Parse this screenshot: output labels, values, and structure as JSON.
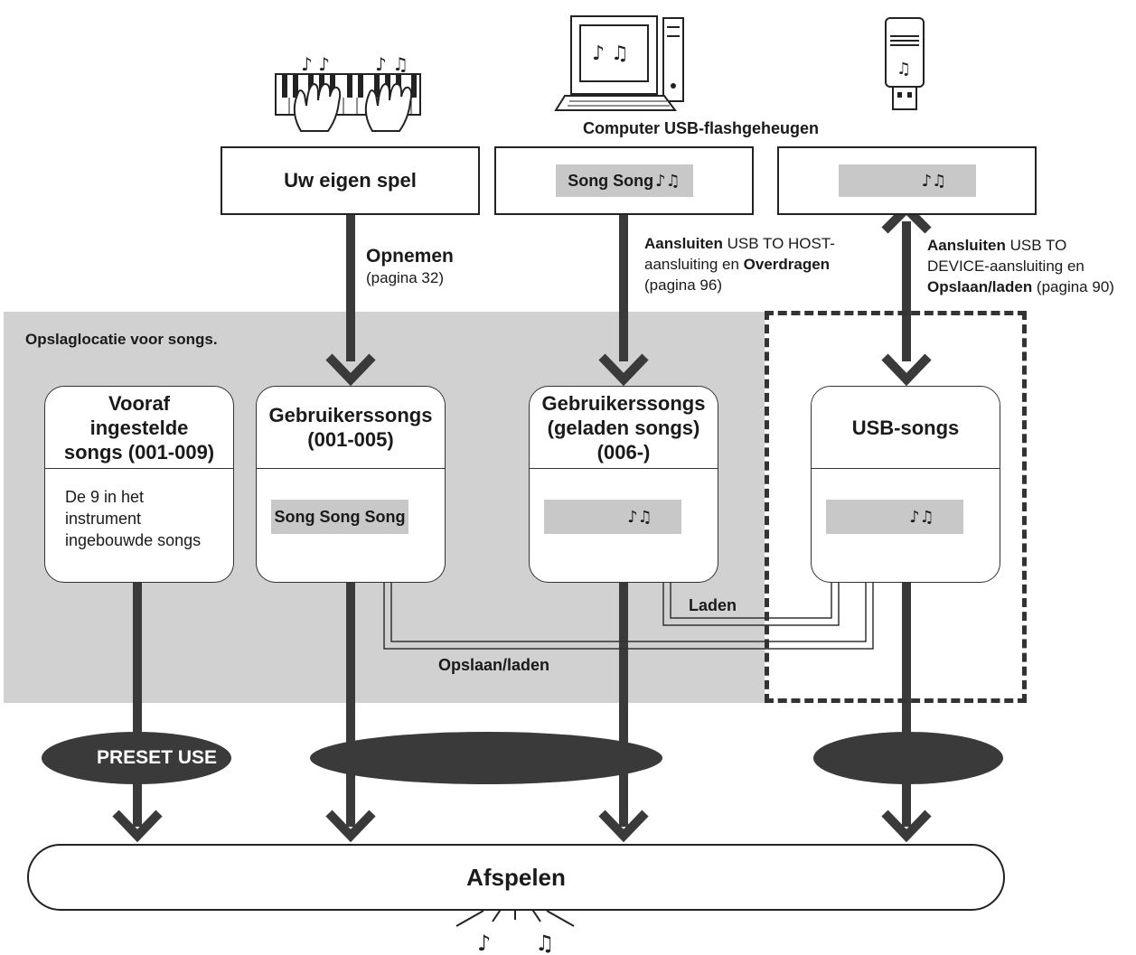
{
  "header": {
    "computer_usb_label": "Computer USB-flashgeheugen"
  },
  "top_boxes": {
    "own_play": "Uw eigen spel",
    "computer_strip": "Song Song",
    "usb_strip": ""
  },
  "arrow_notes": {
    "record_title": "Opnemen",
    "record_page": "(pagina 32)",
    "host_bold": "Aansluiten",
    "host_rest": " USB TO HOST-",
    "host_line2": "aansluiting en ",
    "host_bold2": "Overdragen",
    "host_page": "(pagina 96)",
    "device_bold": "Aansluiten",
    "device_rest": " USB TO",
    "device_line2": "DEVICE-aansluiting en",
    "device_bold3": "Opslaan/laden",
    "device_page": " (pagina 90)"
  },
  "storage_area_label": "Opslaglocatie voor songs.",
  "cards": {
    "preset": {
      "title_lines": [
        "Vooraf",
        "ingestelde",
        "songs (001-009)"
      ],
      "body_lines": [
        "De 9 in het",
        "instrument",
        "ingebouwde songs"
      ]
    },
    "user": {
      "title_lines": [
        "Gebruikerssongs",
        "(001-005)"
      ],
      "strip": "Song Song Song"
    },
    "loaded": {
      "title_lines": [
        "Gebruikerssongs",
        "(geladen songs)",
        "(006-)"
      ],
      "strip": ""
    },
    "usb": {
      "title_lines": [
        "USB-songs"
      ],
      "strip": ""
    }
  },
  "transfer_labels": {
    "load": "Laden",
    "save_load": "Opslaan/laden"
  },
  "selector_label": "PRESET USE",
  "playback": "Afspelen",
  "icons": [
    "piano-hands-icon",
    "computer-icon",
    "usb-stick-icon",
    "music-note-icon",
    "sound-burst-icon"
  ]
}
